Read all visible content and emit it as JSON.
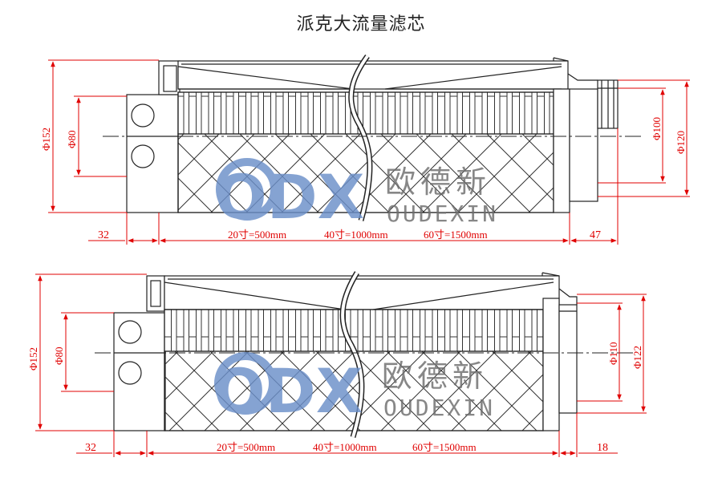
{
  "title": "派克大流量滤芯",
  "colors": {
    "dimension": "#e00000",
    "outline": "#222222",
    "watermark": "#6b8fc9"
  },
  "watermark": {
    "logo": "ODX",
    "cn": "欧德新",
    "en": "OUDEXIN"
  },
  "top": {
    "dia_outer": "Φ152",
    "dia_port": "Φ80",
    "dia_right_inner": "Φ100",
    "dia_right_outer": "Φ120",
    "left_len": "32",
    "length_20": "20寸=500mm",
    "length_40": "40寸=1000mm",
    "length_60": "60寸=1500mm",
    "right_len": "47"
  },
  "bottom": {
    "dia_outer": "Φ152",
    "dia_port": "Φ80",
    "dia_right_inner": "Φ110",
    "dia_right_outer": "Φ122",
    "left_len": "32",
    "length_20": "20寸=500mm",
    "length_40": "40寸=1000mm",
    "length_60": "60寸=1500mm",
    "right_len": "18"
  }
}
